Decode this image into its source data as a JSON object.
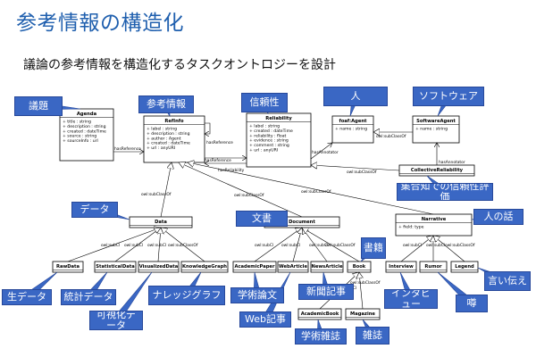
{
  "title": "参考情報の構造化",
  "subtitle": "議論の参考情報を構造化するタスクオントロジーを設計",
  "colors": {
    "title": "#1f5fae",
    "callout": "#3a67c4",
    "line": "#000000"
  },
  "classes": {
    "agenda": {
      "name": "Agenda",
      "attrs": [
        "+ title : string",
        "+ description : string",
        "+ created : dateTime",
        "+ source : string",
        "+ sourceInfo : url"
      ]
    },
    "refinfo": {
      "name": "RefInfo",
      "attrs": [
        "+ label : string",
        "+ description : string",
        "+ author : Agent",
        "+ created : dateTime",
        "+ url : anyURI"
      ]
    },
    "reliability": {
      "name": "Reliability",
      "attrs": [
        "+ label : string",
        "+ created : dateTime",
        "+ reliability : float",
        "+ evidence : string",
        "+ comment : string",
        "+ url : anyURI"
      ]
    },
    "foafagent": {
      "name": "foaf:Agent",
      "attrs": [
        "+ name : string"
      ]
    },
    "softwareagent": {
      "name": "SoftwareAgent",
      "attrs": [
        "+ name : string"
      ]
    },
    "collective": {
      "name": "CollectiveReliability",
      "attrs": []
    },
    "data": {
      "name": "Data",
      "attrs": []
    },
    "document": {
      "name": "Document",
      "attrs": []
    },
    "narrative": {
      "name": "Narrative",
      "attrs": [
        "+ field: type"
      ]
    },
    "rawdata": {
      "name": "RawData",
      "attrs": []
    },
    "statisticaldata": {
      "name": "StatisticalData",
      "attrs": []
    },
    "visualizeddata": {
      "name": "VisualizedData",
      "attrs": []
    },
    "knowledgegraph": {
      "name": "KnowledgeGraph",
      "attrs": []
    },
    "academicpaper": {
      "name": "AcademicPaper",
      "attrs": []
    },
    "webarticle": {
      "name": "WebArticle",
      "attrs": []
    },
    "newsarticle": {
      "name": "NewsArticle",
      "attrs": []
    },
    "book": {
      "name": "Book",
      "attrs": []
    },
    "interview": {
      "name": "Interview",
      "attrs": []
    },
    "rumor": {
      "name": "Rumor",
      "attrs": []
    },
    "legend": {
      "name": "Legend",
      "attrs": []
    },
    "academicbook": {
      "name": "AcademicBook",
      "attrs": []
    },
    "magazine": {
      "name": "Magazine",
      "attrs": []
    }
  },
  "edge_labels": {
    "hasReference": "hasReference",
    "hasReliability": "hasReliability",
    "hasAnnotator": "hasAnnotator",
    "subClassOf": "owl:subClassOf",
    "subClassOf_short": "owl:subClassOf",
    "subCl": "owl:subCl"
  },
  "callouts": {
    "gidai": "議題",
    "sankou": "参考情報",
    "shinrai": "信頼性",
    "hito": "人",
    "software": "ソフトウェア",
    "shuugouchi": "集合知での信頼性評価",
    "data": "データ",
    "bunsho": "文書",
    "hito_no_hanashi": "人の話",
    "shoseki": "書籍",
    "nama_data": "生データ",
    "toukei": "統計データ",
    "kashika": "可視化データ",
    "knowledge": "ナレッジグラフ",
    "gakujutsu_ronbun": "学術論文",
    "web_kiji": "Web記事",
    "shinbun": "新聞記事",
    "interview": "インタビュー",
    "uwasa": "噂",
    "iitsutae": "言い伝え",
    "gakujutsu_zasshi": "学術雑誌",
    "zasshi": "雑誌"
  }
}
